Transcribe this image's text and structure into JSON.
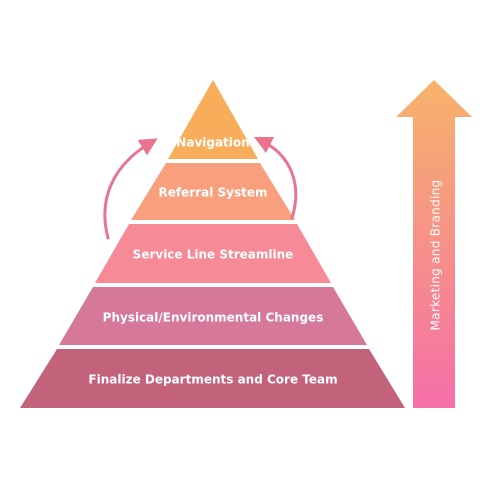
{
  "pyramid": {
    "tiers": [
      {
        "label": "Navigation",
        "color": "#F7AD5A"
      },
      {
        "label": "Referral System",
        "color": "#F8A07E"
      },
      {
        "label": "Service Line Streamline",
        "color": "#F68A97"
      },
      {
        "label": "Physical/Environmental Changes",
        "color": "#D6789A"
      },
      {
        "label": "Finalize Departments and Core Team",
        "color": "#C3637B"
      }
    ],
    "side_arrow_color": "#E8748E"
  },
  "side_arrow": {
    "label": "Marketing and Branding",
    "gradient_top": "#F7B36A",
    "gradient_bottom": "#F56FA8"
  }
}
